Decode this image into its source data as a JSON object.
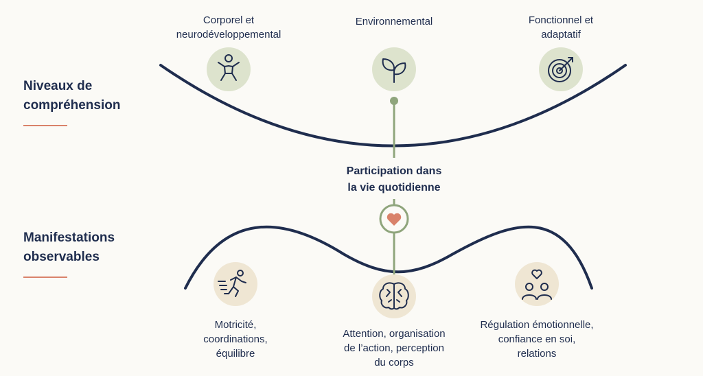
{
  "levels": {
    "title_line1": "Niveaux de",
    "title_line2": "compréhension",
    "items": [
      {
        "line1": "Corporel et",
        "line2": "neurodéveloppemental",
        "icon": "person-icon"
      },
      {
        "line1": "Environnemental",
        "line2": "",
        "icon": "leaf-icon"
      },
      {
        "line1": "Fonctionnel et",
        "line2": "adaptatif",
        "icon": "target-icon"
      }
    ]
  },
  "manifestations": {
    "title_line1": "Manifestations",
    "title_line2": "observables",
    "items": [
      {
        "line1": "Motricité,",
        "line2": "coordinations,",
        "line3": "équilibre",
        "icon": "running-person-icon"
      },
      {
        "line1": "Attention, organisation",
        "line2": "de l’action, perception",
        "line3": "du corps",
        "icon": "brain-icon"
      },
      {
        "line1": "Régulation émotionnelle,",
        "line2": "confiance en soi,",
        "line3": "relations",
        "icon": "people-heart-icon"
      }
    ]
  },
  "center": {
    "line1": "Participation dans",
    "line2": "la vie quotidienne",
    "icon": "heart-icon"
  },
  "colors": {
    "navy": "#1f2d4e",
    "sage": "#8fa57c",
    "icon_bg_green": "#dde3cd",
    "icon_bg_beige": "#efe6d3",
    "accent": "#d9826a",
    "background": "#fbfaf6"
  }
}
